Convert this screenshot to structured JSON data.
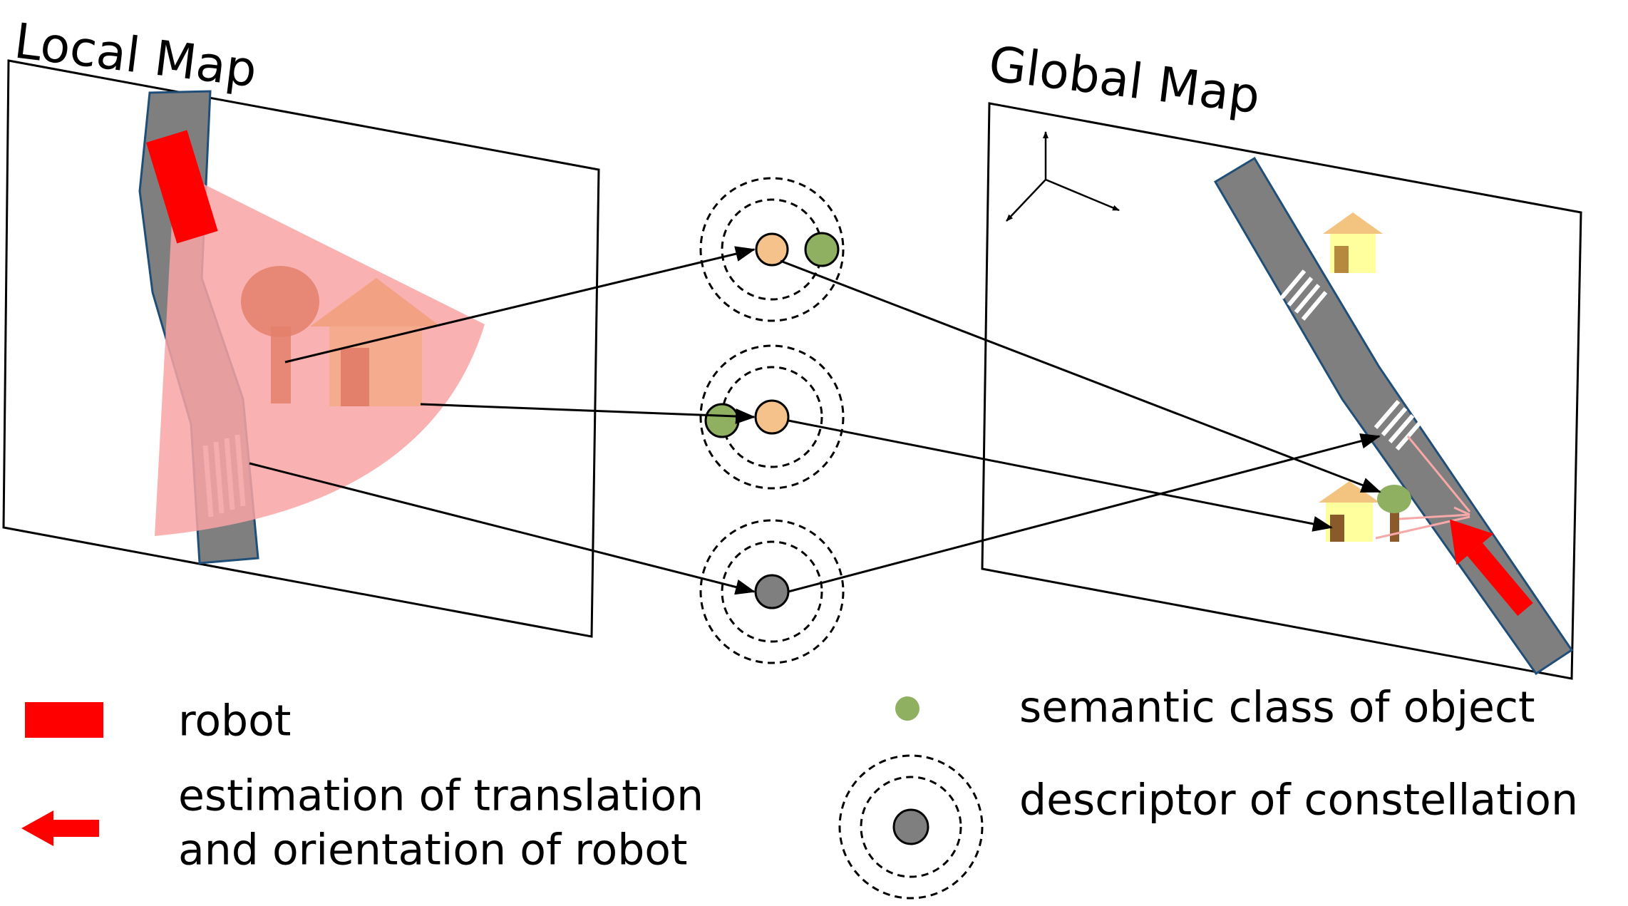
{
  "titles": {
    "local_map": "Local Map",
    "global_map": "Global Map"
  },
  "legend": {
    "robot": "robot",
    "estimation_line1": "estimation of translation",
    "estimation_line2": "and orientation of robot",
    "semantic_class": "semantic class of object",
    "descriptor": "descriptor of constellation"
  },
  "colors": {
    "robot": "#ff0000",
    "sensor_cone": "#f9a3a3",
    "road": "#7f7f7f",
    "road_border": "#1f4e79",
    "node_orange": "#f6c28b",
    "node_green": "#8fb060",
    "node_gray": "#7f7f7f",
    "house_global": "#ffff9e",
    "roof_global": "#f2c47f"
  }
}
